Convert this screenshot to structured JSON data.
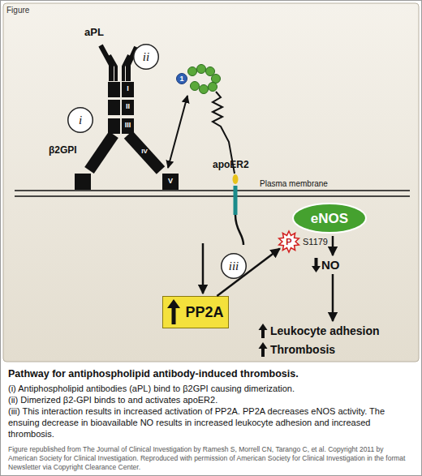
{
  "diagram": {
    "title": "Pathway for antiphospholipid antibody-induced thrombosis.",
    "nodes": [
      {
        "text": [
          "ii"
        ]
      },
      {
        "text": [
          "1"
        ]
      },
      {
        "text": [
          "i"
        ]
      },
      {
        "text": [
          "eNOS"
        ]
      },
      {
        "text": [
          "P"
        ]
      },
      {
        "text": [
          "iii"
        ]
      },
      {
        "text": [
          "PP2A"
        ]
      }
    ],
    "edges": [
      {
        "from": 6,
        "to": 4,
        "arrow": "to"
      }
    ],
    "labels": [
      "Figure",
      "aPL",
      "β2GPI",
      "I",
      "II",
      "III",
      "IV",
      "V",
      "apoER2",
      "Plasma membrane",
      "S1179",
      "NO",
      "Leukocyte adhesion",
      "Thrombosis",
      "(i) Antiphospholipid antibodies (aPL) bind to β2GPI causing dimerization.",
      "(ii) Dimerized β2-GPI binds to and activates apoER2.",
      "(iii) This interaction results in increased activation of PP2A. PP2A decreases eNOS activity. The ensuing decrease in bioavailable NO results in increased leukocyte adhesion and increased thrombosis.",
      "Figure republished from The Journal of Clinical Investigation by Ramesh S, Morrell CN, Tarango C, et al. Copyright 2011 by American Society for Clinical Investigation. Reproduced with permission of American Society for Clinical Investigation in the format Newsletter via Copyright Clearance Center."
    ]
  }
}
